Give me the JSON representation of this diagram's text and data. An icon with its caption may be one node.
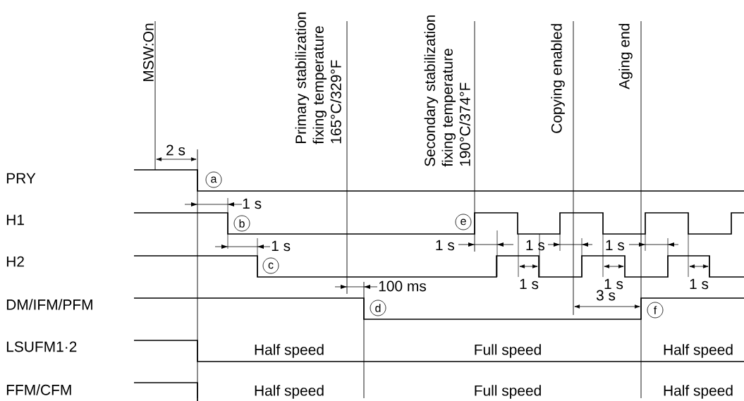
{
  "diagram": {
    "nodes": [
      {
        "text": [
          "a"
        ]
      },
      {
        "text": [
          "b"
        ]
      },
      {
        "text": [
          "c"
        ]
      },
      {
        "text": [
          "d"
        ]
      },
      {
        "text": [
          "e"
        ]
      },
      {
        "text": [
          "f"
        ]
      }
    ],
    "labels": [
      "MSW:On",
      "Primary stabilization fixing temperature 165°C/329°F",
      "Secondary stabilization fixing temperature 190°C/374°F",
      "Copying enabled",
      "Aging end",
      "2 s",
      "PRY",
      "1 s",
      "H1",
      "1 s",
      "1 s",
      "1 s",
      "1 s",
      "H2",
      "100 ms",
      "1 s",
      "1 s",
      "1 s",
      "3 s",
      "DM/IFM/PFM",
      "LSUFM1·2",
      "Half speed",
      "Full speed",
      "Half speed",
      "FFM/CFM",
      "Half speed",
      "Full speed",
      "Half speed"
    ]
  }
}
